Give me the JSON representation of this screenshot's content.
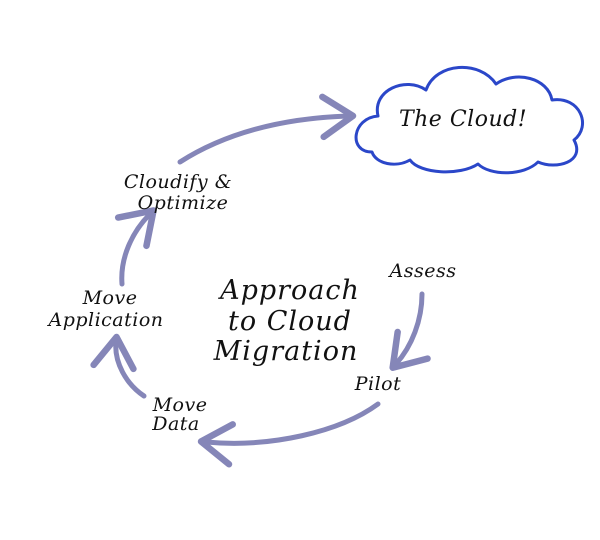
{
  "diagram": {
    "title_lines": [
      "Approach",
      "to Cloud",
      "Migration"
    ],
    "cloud_label": "The Cloud!",
    "steps": {
      "assess": [
        "Assess"
      ],
      "pilot": [
        "Pilot"
      ],
      "move_data": [
        "Move",
        "Data"
      ],
      "move_application": [
        "Move",
        "Application"
      ],
      "cloudify": [
        "Cloudify &",
        "Optimize"
      ]
    },
    "colors": {
      "arrow": "#8586b8",
      "cloud_outline": "#2b47c9",
      "text": "#111111",
      "background": "#ffffff"
    }
  }
}
